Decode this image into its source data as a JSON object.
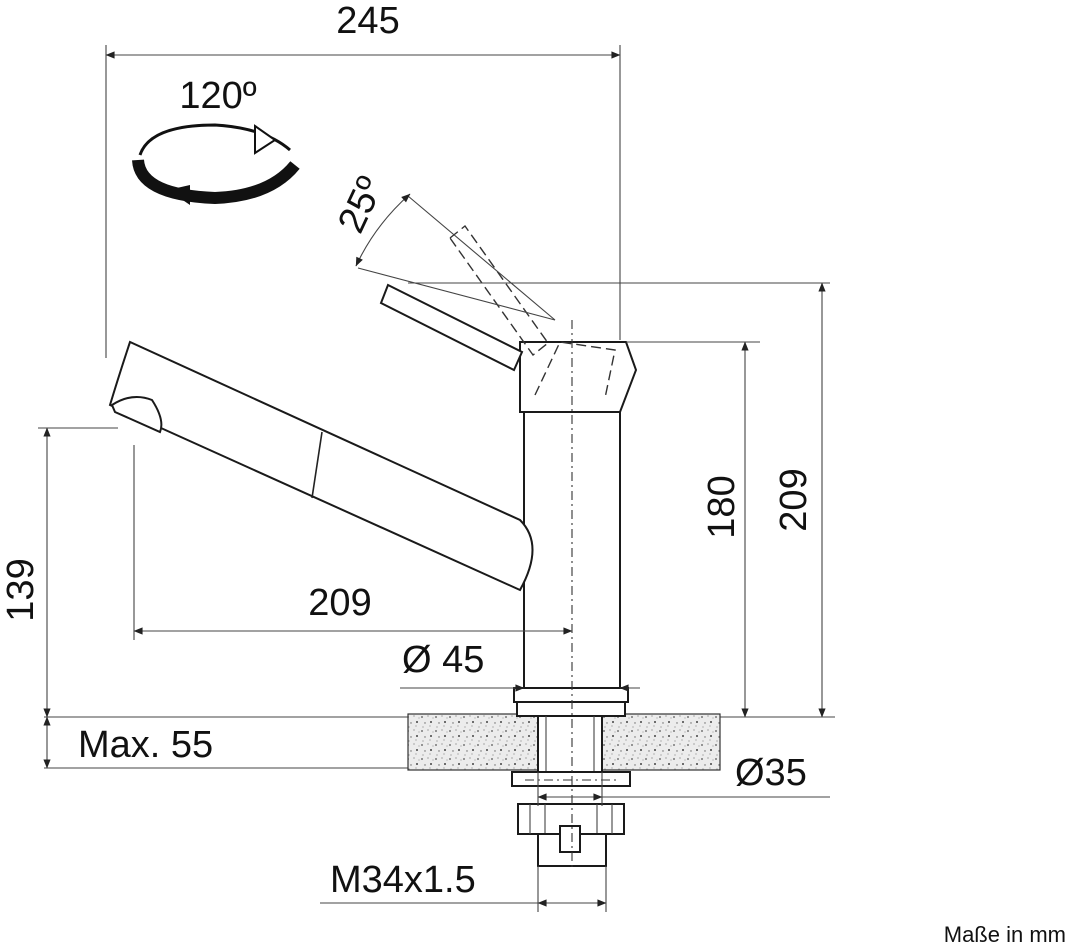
{
  "dimensions": {
    "overall_width": "245",
    "rotation_angle": "120º",
    "lever_angle": "25º",
    "height_spout": "180",
    "height_total": "209",
    "height_outlet": "139",
    "reach": "209",
    "body_diameter": "Ø 45",
    "max_thickness": "Max. 55",
    "hole_diameter": "Ø35",
    "thread": "M34x1.5"
  },
  "caption": "Maße in mm"
}
